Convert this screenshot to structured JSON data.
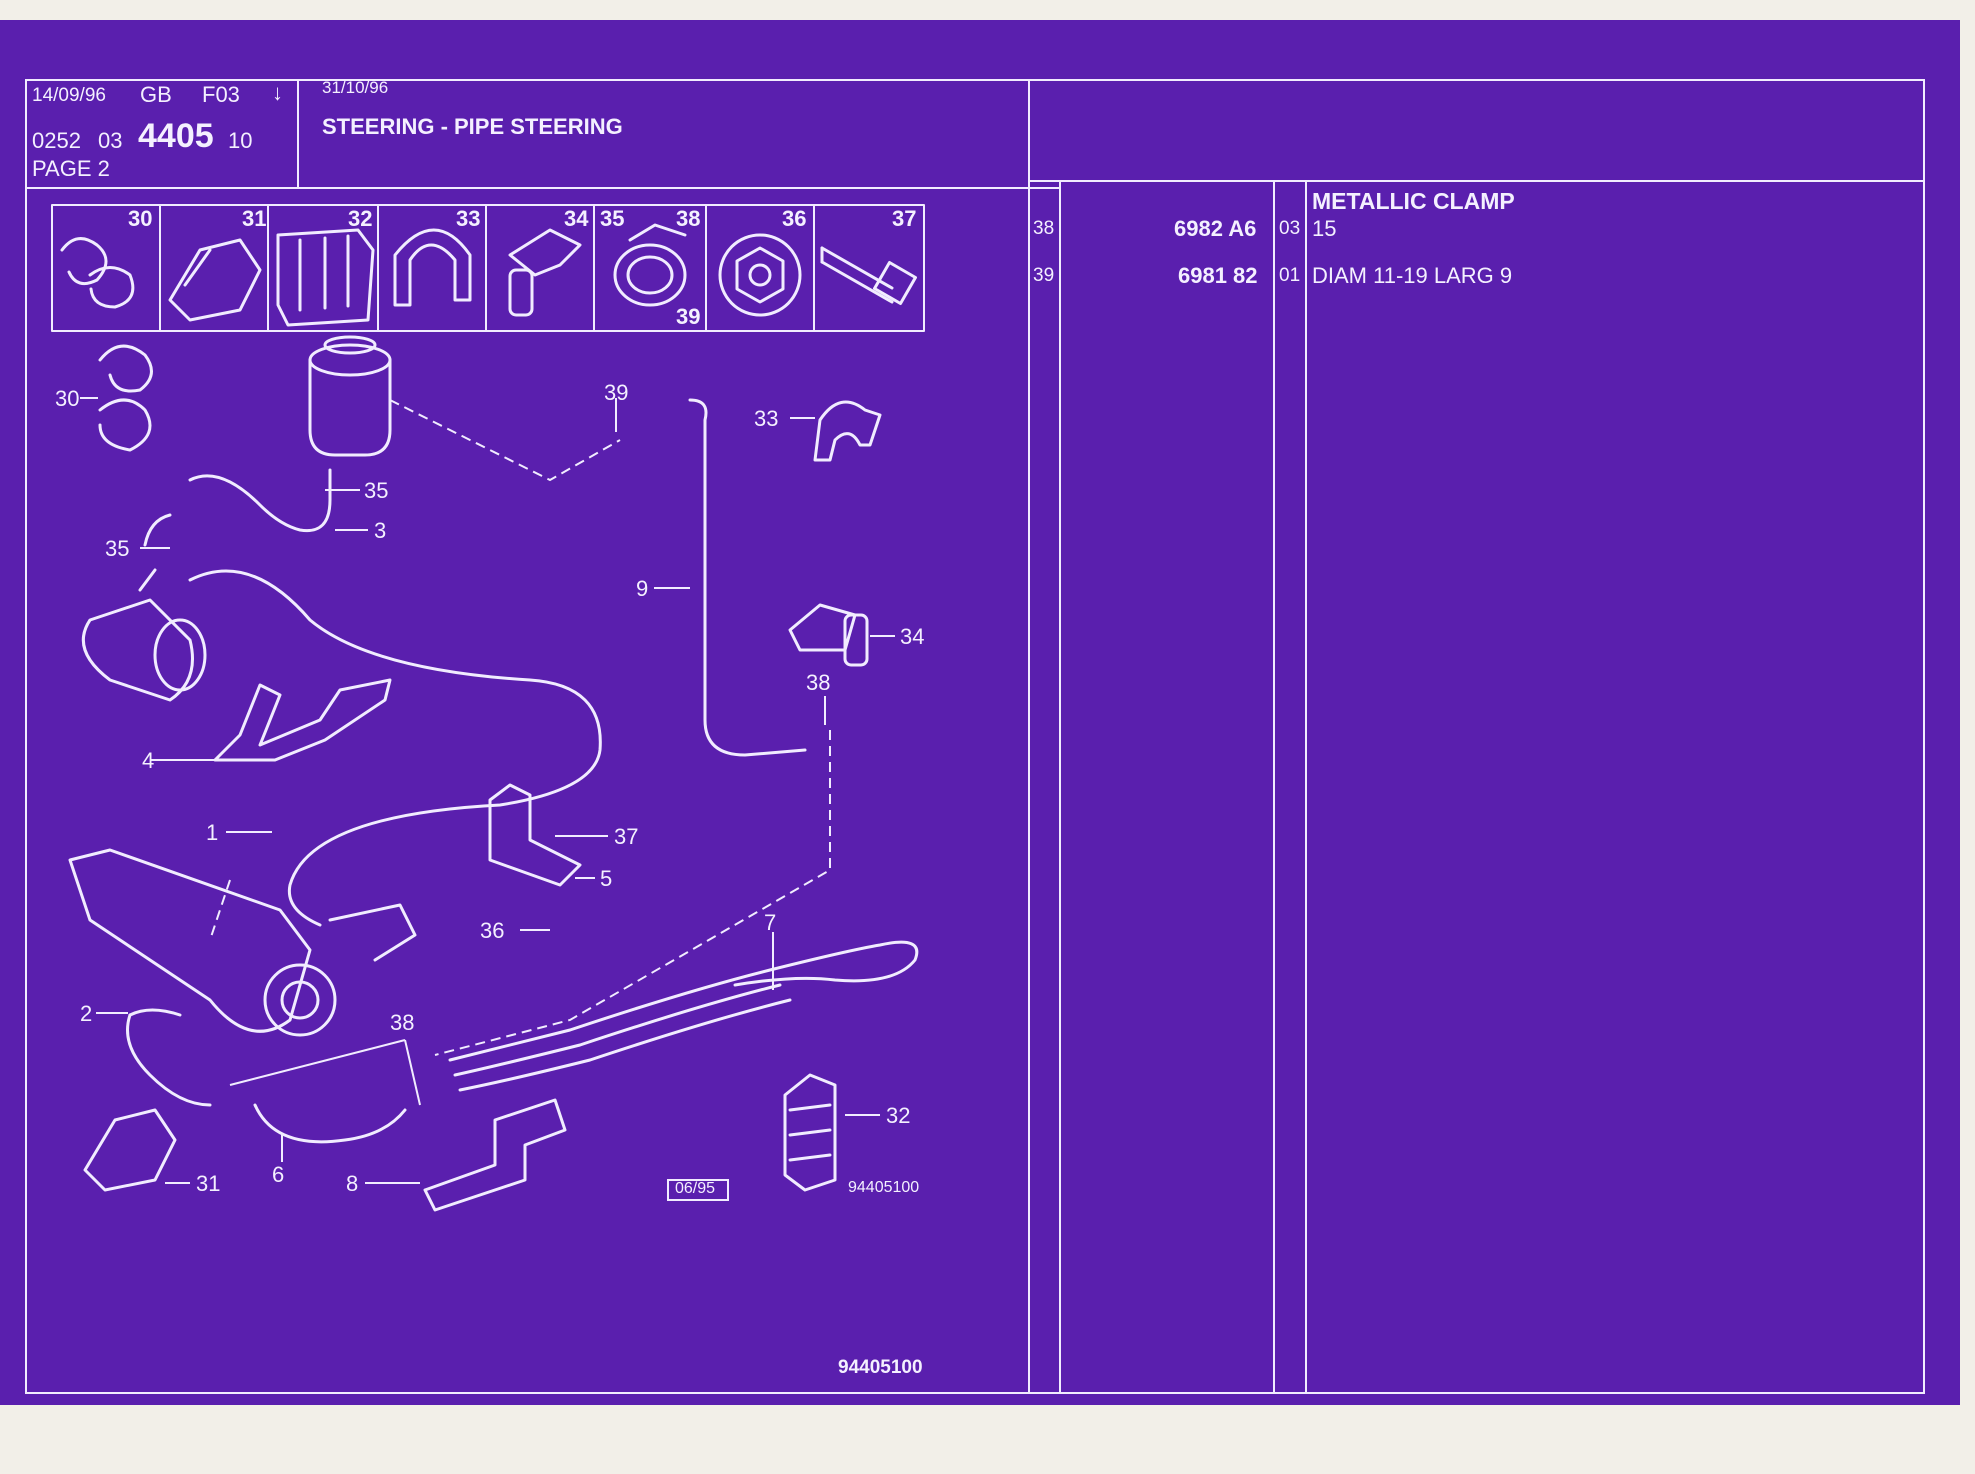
{
  "header": {
    "date": "14/09/96",
    "lang": "GB",
    "code": "F03",
    "arrow": "↓",
    "ref_a": "0252",
    "ref_b": "03",
    "ref_main": "4405",
    "ref_c": "10",
    "page": "PAGE  2",
    "revision_date": "31/10/96",
    "title": "STEERING - PIPE STEERING"
  },
  "thumbnail_labels": [
    "30",
    "31",
    "32",
    "33",
    "34",
    "35",
    "38",
    "36",
    "37",
    "39"
  ],
  "callouts": [
    "30",
    "35",
    "3",
    "35",
    "39",
    "33",
    "9",
    "34",
    "4",
    "38",
    "1",
    "37",
    "5",
    "36",
    "7",
    "2",
    "38",
    "32",
    "31",
    "6",
    "8"
  ],
  "diagram": {
    "version_box": "06/95",
    "figure_ref": "94405100",
    "footer_ref": "94405100"
  },
  "parts_list": {
    "header": "METALLIC CLAMP",
    "rows": [
      {
        "item": "38",
        "part_no": "6982 A6",
        "qty": "03",
        "desc": "15"
      },
      {
        "item": "39",
        "part_no": "6981 82",
        "qty": "01",
        "desc": "DIAM 11-19 LARG 9"
      }
    ]
  },
  "colors": {
    "background": "#5a1fae",
    "lines": "#f1ecff",
    "paper": "#f2efe8"
  }
}
